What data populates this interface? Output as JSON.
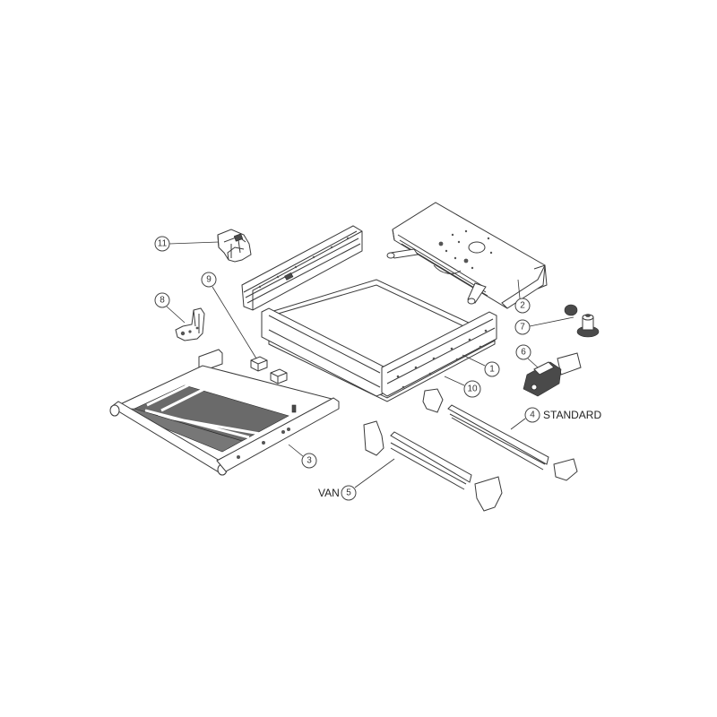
{
  "diagram": {
    "type": "exploded-parts-view",
    "background": "#ffffff",
    "line_color": "#3a3a3a",
    "callouts": [
      {
        "id": "1",
        "label": "1",
        "part": "frame-side-rail-right"
      },
      {
        "id": "2",
        "label": "2",
        "part": "motor-mounting-plate"
      },
      {
        "id": "3",
        "label": "3",
        "part": "step-platform"
      },
      {
        "id": "4",
        "label": "4",
        "part": "mounting-rail-standard",
        "variant": "STANDARD"
      },
      {
        "id": "5",
        "label": "5",
        "part": "mounting-rail-van",
        "variant": "VAN"
      },
      {
        "id": "6",
        "label": "6",
        "part": "drive-motor"
      },
      {
        "id": "7",
        "label": "7",
        "part": "gear-set"
      },
      {
        "id": "8",
        "label": "8",
        "part": "pivot-bracket"
      },
      {
        "id": "9",
        "label": "9",
        "part": "slide-blocks"
      },
      {
        "id": "10",
        "label": "10",
        "part": "base-plate"
      },
      {
        "id": "11",
        "label": "11",
        "part": "lock-bracket"
      }
    ],
    "variant_labels": {
      "standard": "STANDARD",
      "van": "VAN"
    }
  }
}
